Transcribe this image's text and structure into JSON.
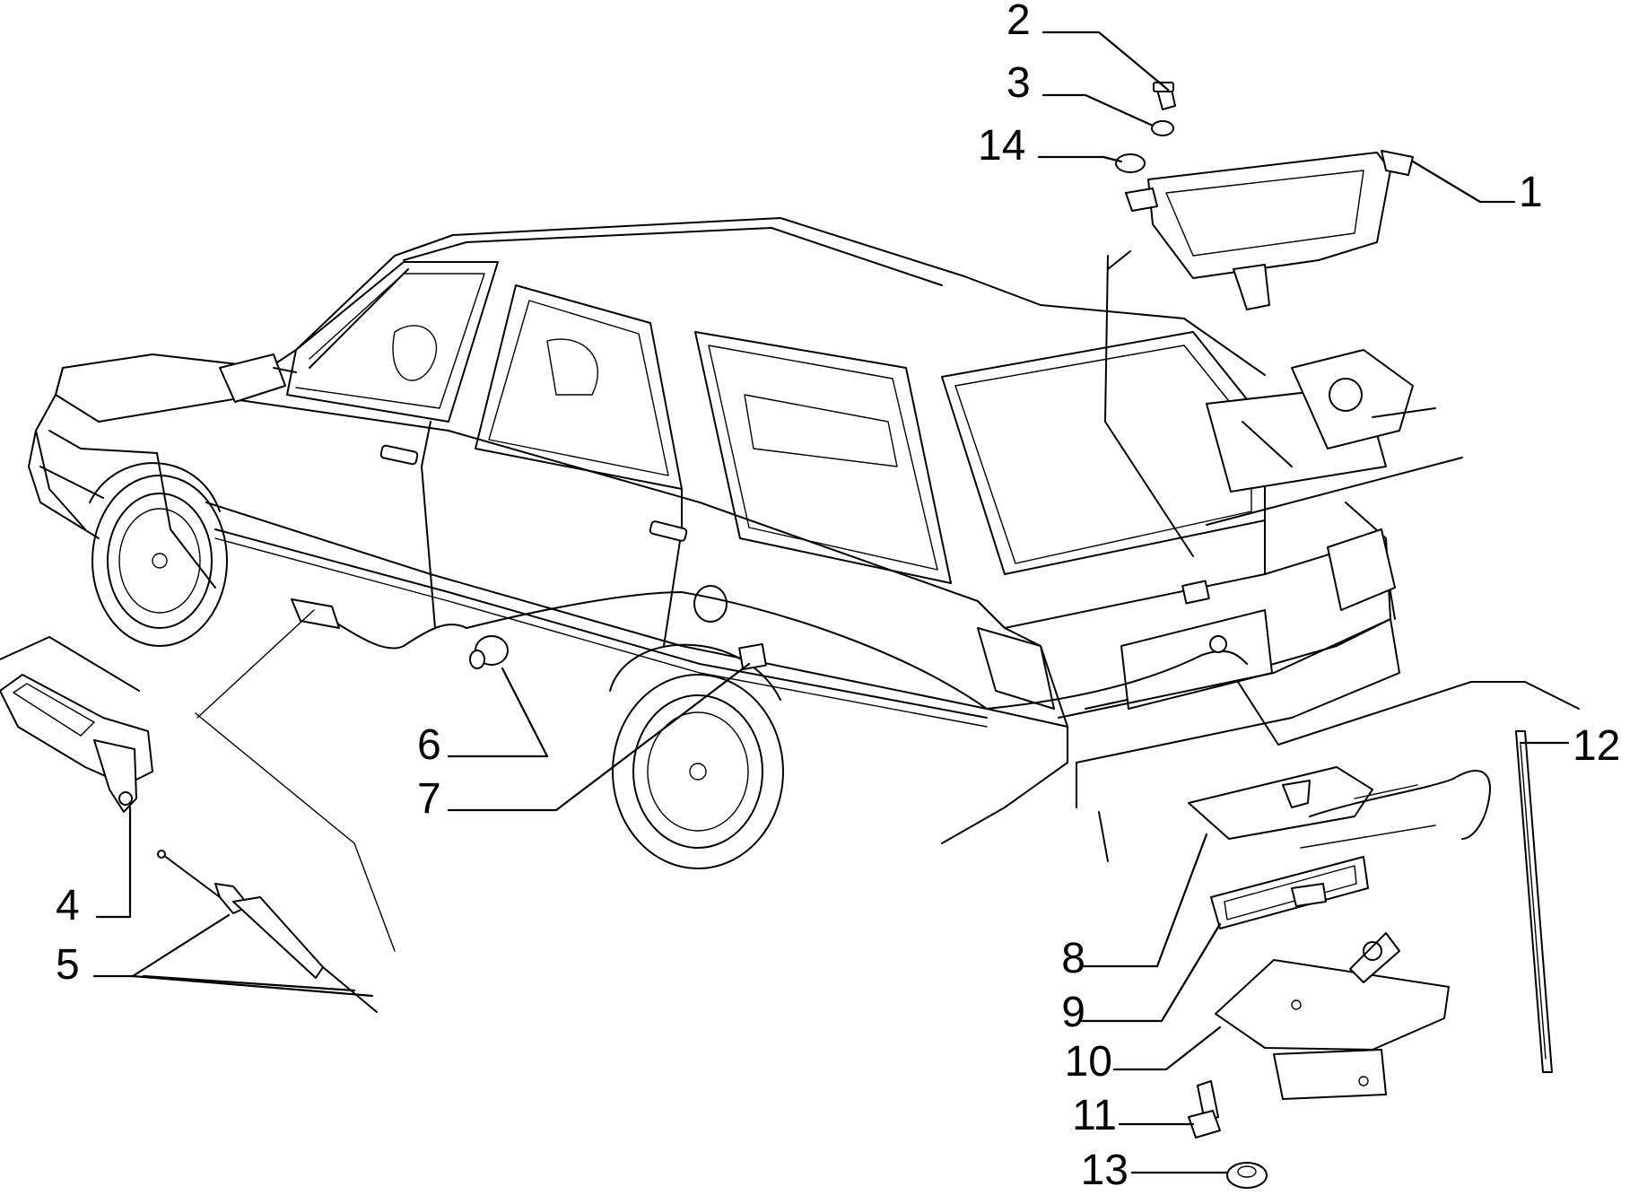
{
  "callouts": {
    "c1": "1",
    "c2": "2",
    "c3": "3",
    "c4": "4",
    "c5": "5",
    "c6": "6",
    "c7": "7",
    "c8": "8",
    "c9": "9",
    "c10": "10",
    "c11": "11",
    "c12": "12",
    "c13": "13",
    "c14": "14"
  },
  "colors": {
    "line": "#000000",
    "background": "#ffffff"
  }
}
